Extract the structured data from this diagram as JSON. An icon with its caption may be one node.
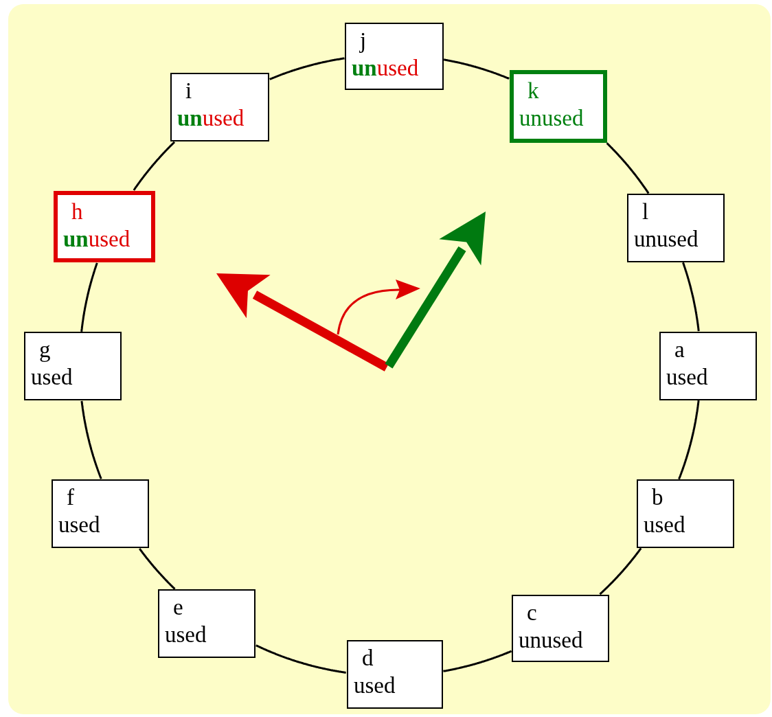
{
  "diagram": {
    "nodes": [
      {
        "text": [
          "a",
          "used"
        ]
      },
      {
        "text": [
          "b",
          "used"
        ]
      },
      {
        "text": [
          "c",
          "unused"
        ]
      },
      {
        "text": [
          "d",
          "used"
        ]
      },
      {
        "text": [
          "e",
          "used"
        ]
      },
      {
        "text": [
          "f",
          "used"
        ]
      },
      {
        "text": [
          "g",
          "used"
        ]
      },
      {
        "text": [
          "h",
          "**un**used"
        ]
      },
      {
        "text": [
          "i",
          "**un**used"
        ]
      },
      {
        "text": [
          "j",
          "**un**used"
        ]
      },
      {
        "text": [
          "k",
          "unused"
        ]
      },
      {
        "text": [
          "l",
          "unused"
        ]
      }
    ],
    "edges": [
      {
        "from": 0,
        "to": 1,
        "arrow": "none"
      },
      {
        "from": 1,
        "to": 2,
        "arrow": "none"
      },
      {
        "from": 2,
        "to": 3,
        "arrow": "none"
      },
      {
        "from": 3,
        "to": 4,
        "arrow": "none"
      },
      {
        "from": 4,
        "to": 5,
        "arrow": "none"
      },
      {
        "from": 5,
        "to": 6,
        "arrow": "none"
      },
      {
        "from": 6,
        "to": 7,
        "arrow": "none"
      },
      {
        "from": 7,
        "to": 8,
        "arrow": "none"
      },
      {
        "from": 8,
        "to": 9,
        "arrow": "none"
      },
      {
        "from": 9,
        "to": 10,
        "arrow": "none"
      },
      {
        "from": 10,
        "to": 11,
        "arrow": "none"
      },
      {
        "from": 11,
        "to": 0,
        "arrow": "none"
      }
    ]
  }
}
